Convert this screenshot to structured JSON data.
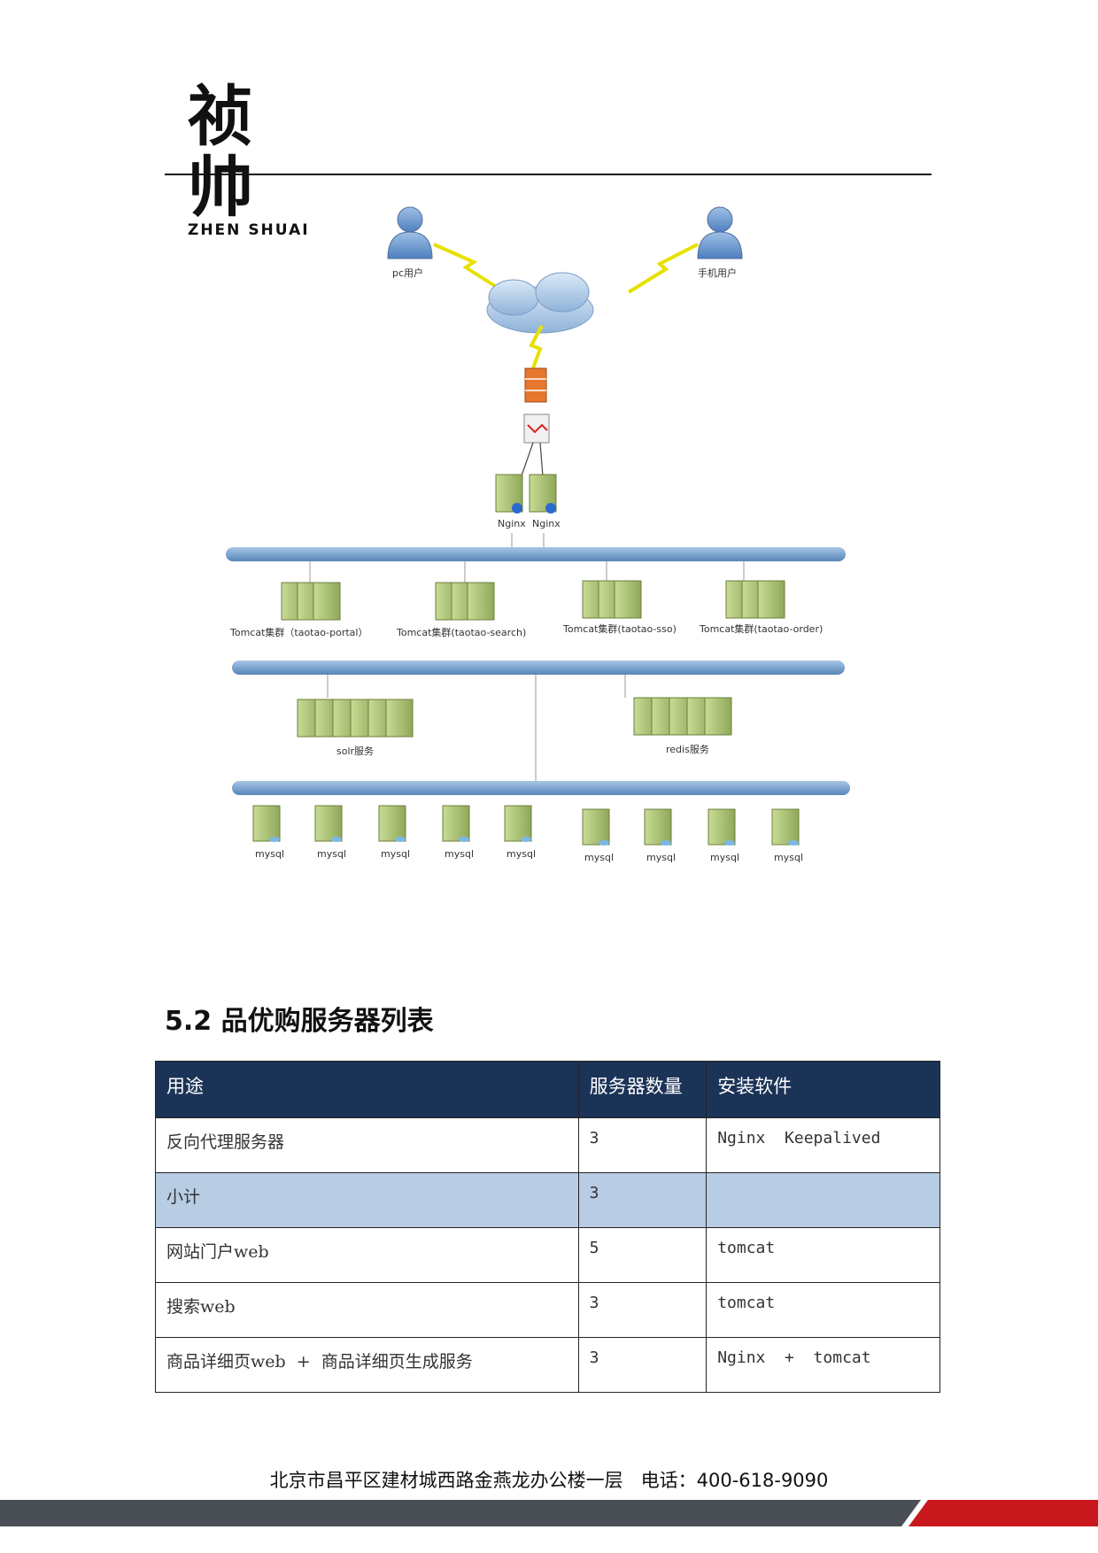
{
  "logo": {
    "cn": "祯帅",
    "en": "ZHEN SHUAI"
  },
  "diagram": {
    "users": [
      "pc用户",
      "手机用户"
    ],
    "nginx": [
      "Nginx",
      "Nginx"
    ],
    "clusters": [
      "Tomcat集群（taotao-portal）",
      "Tomcat集群(taotao-search)",
      "Tomcat集群(taotao-sso)",
      "Tomcat集群(taotao-order)"
    ],
    "services": [
      "solr服务",
      "redis服务"
    ],
    "db_label": "mysql"
  },
  "section": {
    "title": "5.2 品优购服务器列表"
  },
  "table": {
    "headers": [
      "用途",
      "服务器数量",
      "安装软件"
    ],
    "rows": [
      [
        "反向代理服务器",
        "3",
        "Nginx  Keepalived"
      ],
      [
        "小计",
        "3",
        ""
      ],
      [
        "网站门户web",
        "5",
        "tomcat"
      ],
      [
        "搜索web",
        "3",
        "tomcat"
      ],
      [
        "商品详细页web  +  商品详细页生成服务",
        "3",
        "Nginx  +  tomcat"
      ]
    ]
  },
  "footer": {
    "address": "北京市昌平区建材城西路金燕龙办公楼一层   电话：400-618-9090"
  },
  "colors": {
    "table_header": "#1b3357",
    "subtotal_row": "#b8cce4",
    "bus": "#7ea6cf",
    "server": "#a7bf6e",
    "footer_dark": "#4a4f55",
    "footer_red": "#c8181e"
  }
}
